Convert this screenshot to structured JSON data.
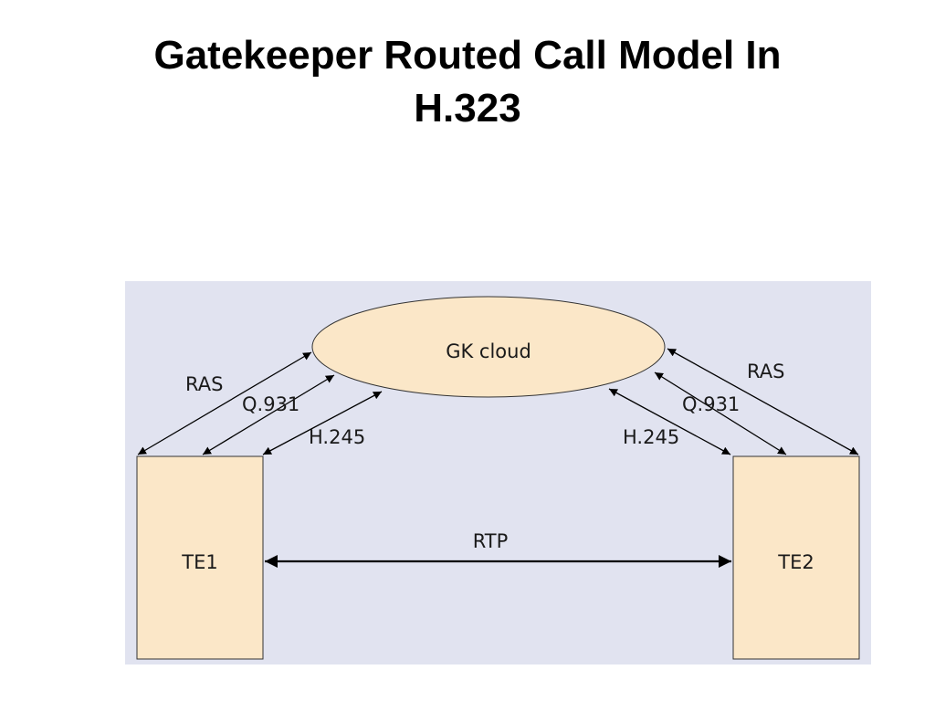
{
  "slide": {
    "title_line1": "Gatekeeper Routed Call Model In",
    "title_line2": "H.323"
  },
  "diagram": {
    "background_color": "#e1e3f0",
    "node_fill_color": "#fbe7c8",
    "gk_cloud": "GK cloud",
    "te1": "TE1",
    "te2": "TE2",
    "links": {
      "left_ras": "RAS",
      "left_q931": "Q.931",
      "left_h245": "H.245",
      "right_ras": "RAS",
      "right_q931": "Q.931",
      "right_h245": "H.245",
      "rtp": "RTP"
    }
  }
}
